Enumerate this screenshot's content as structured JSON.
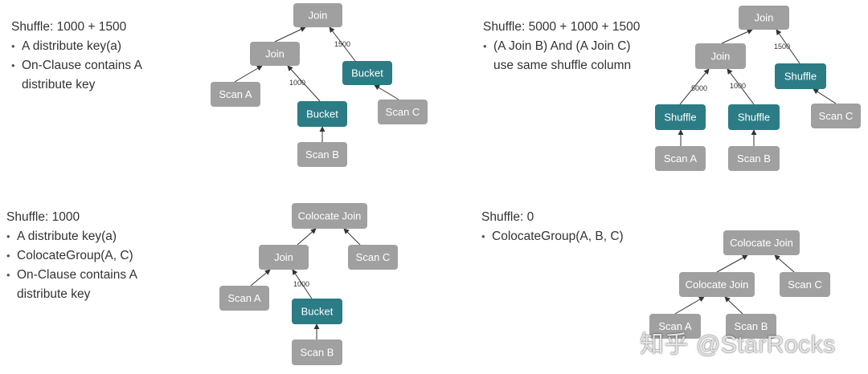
{
  "colors": {
    "scan_node": "#A0A0A0",
    "join_node": "#A0A0A0",
    "bucket_node": "#2B7C85",
    "shuffle_node": "#2B7C85",
    "edge": "#333333",
    "text": "#333333"
  },
  "panels": [
    {
      "title": "Shuffle: 1000 + 1500",
      "bullets": [
        "A distribute key(a)",
        "On-Clause contains A",
        "distribute key"
      ],
      "nodes": {
        "join_top": "Join",
        "join": "Join",
        "bucket_c": "Bucket",
        "scan_a": "Scan A",
        "bucket_b": "Bucket",
        "scan_c": "Scan C",
        "scan_b": "Scan B"
      },
      "edge_labels": {
        "bucket_b": "1000",
        "bucket_c": "1500"
      }
    },
    {
      "title": "Shuffle: 5000 + 1000 + 1500",
      "bullets": [
        "(A Join B) And (A Join C)",
        "use same shuffle column"
      ],
      "nodes": {
        "join_top": "Join",
        "join": "Join",
        "shuffle_c": "Shuffle",
        "shuffle_a": "Shuffle",
        "shuffle_b": "Shuffle",
        "scan_c": "Scan C",
        "scan_a": "Scan A",
        "scan_b": "Scan B"
      },
      "edge_labels": {
        "shuffle_a": "5000",
        "shuffle_b": "1000",
        "shuffle_c": "1500"
      }
    },
    {
      "title": "Shuffle: 1000",
      "bullets": [
        "A distribute key(a)",
        "ColocateGroup(A, C)",
        "On-Clause contains A",
        "distribute key"
      ],
      "nodes": {
        "colocate_join": "Colocate Join",
        "join": "Join",
        "scan_c": "Scan C",
        "scan_a": "Scan A",
        "bucket_b": "Bucket",
        "scan_b": "Scan B"
      },
      "edge_labels": {
        "bucket_b": "1000"
      }
    },
    {
      "title": "Shuffle: 0",
      "bullets": [
        "ColocateGroup(A, B, C)"
      ],
      "nodes": {
        "colocate_join_top": "Colocate Join",
        "colocate_join": "Colocate Join",
        "scan_c": "Scan C",
        "scan_a": "Scan A",
        "scan_b": "Scan B"
      },
      "edge_labels": {}
    }
  ],
  "watermark": "知乎 @StarRocks"
}
